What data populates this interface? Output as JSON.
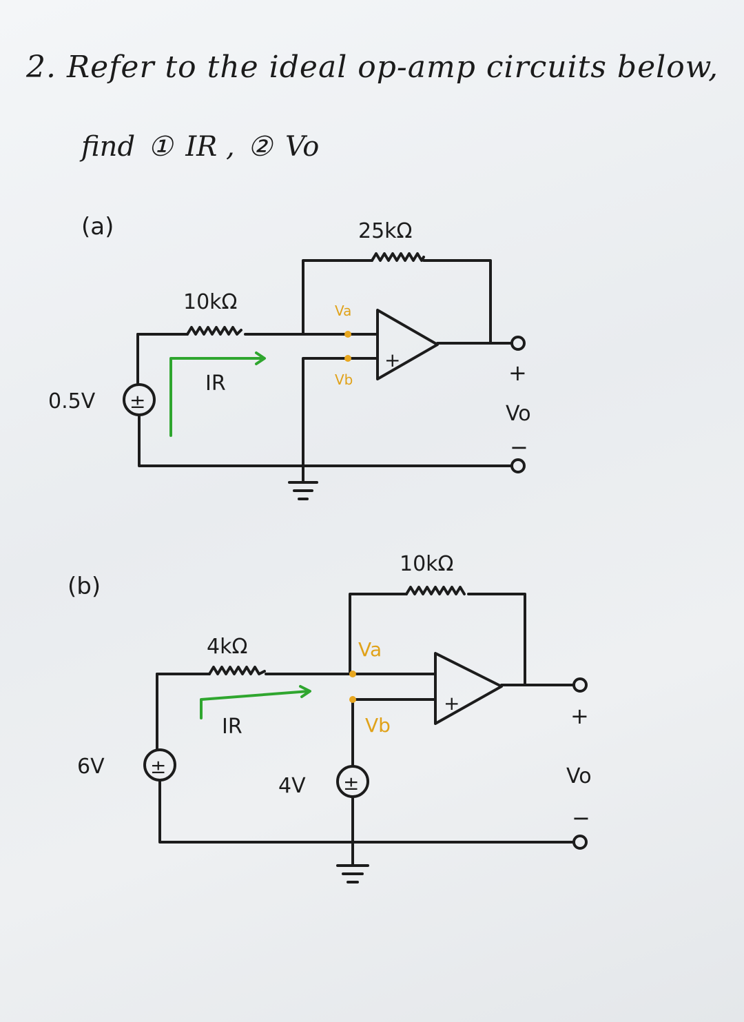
{
  "question": {
    "title": "2. Refer to the ideal op-amp circuits below,",
    "find_word": "find",
    "item1_marker": "①",
    "item1": "IR ,",
    "item2_marker": "②",
    "item2": "Vo"
  },
  "circuit_a": {
    "label": "(a)",
    "feedback_resistor": "25kΩ",
    "input_resistor": "10kΩ",
    "source": "0.5V",
    "source_symbol": "±",
    "node_a": "Va",
    "node_b": "Vb",
    "current": "IR",
    "opamp_plus": "+",
    "out_plus": "+",
    "out_label": "Vo",
    "out_minus": "−"
  },
  "circuit_b": {
    "label": "(b)",
    "feedback_resistor": "10kΩ",
    "input_resistor": "4kΩ",
    "source1": "6V",
    "source1_symbol": "±",
    "source2": "4V",
    "source2_symbol": "±",
    "node_a": "Va",
    "node_b": "Vb",
    "current": "IR",
    "opamp_plus": "+",
    "out_plus": "+",
    "out_label": "Vo",
    "out_minus": "−"
  },
  "colors": {
    "ink": "#1c1c1c",
    "current_arrow": "#2fa62f",
    "node_label": "#e0a21a"
  }
}
